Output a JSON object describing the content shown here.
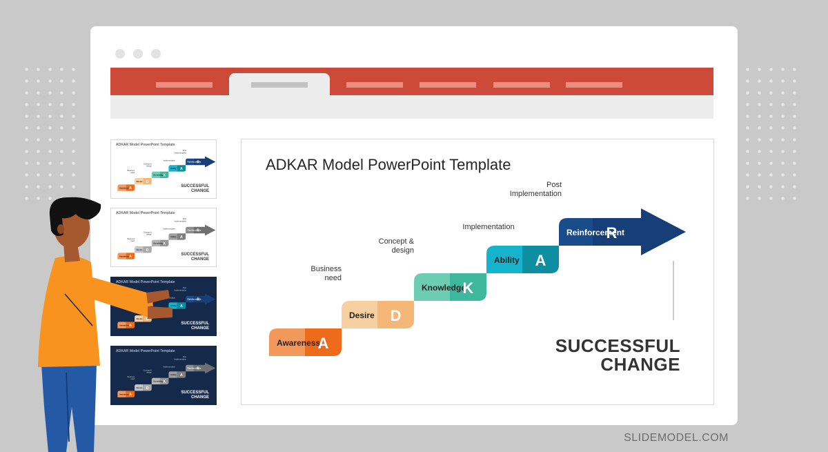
{
  "slide": {
    "title": "ADKAR Model PowerPoint Template",
    "successful_change": [
      "SUCCESSFUL",
      "CHANGE"
    ],
    "steps": [
      {
        "label": "Awareness",
        "letter": "A",
        "light": "#f2985a",
        "dark": "#ee6b1b",
        "dark_label_color": "#333333"
      },
      {
        "label": "Desire",
        "letter": "D",
        "light": "#f8cfa0",
        "dark": "#f5b777",
        "dark_label_color": "#333333"
      },
      {
        "label": "Knowledge",
        "letter": "K",
        "light": "#6dcdb4",
        "dark": "#3db89c",
        "dark_label_color": "#333333"
      },
      {
        "label": "Ability",
        "letter": "A",
        "light": "#15b3cc",
        "dark": "#0e8ea1",
        "dark_label_color": "#1f2a3a"
      },
      {
        "label": "Reinforcement",
        "letter": "R",
        "light": "#1a4b8b",
        "dark": "#173f77",
        "dark_label_color": "#ffffff"
      }
    ],
    "annotations": [
      {
        "lines": [
          "Business",
          "need"
        ]
      },
      {
        "lines": [
          "Concept &",
          "design"
        ]
      },
      {
        "lines": [
          "Implementation"
        ]
      },
      {
        "lines": [
          "Post",
          "Implementation"
        ]
      }
    ]
  },
  "thumbnails": [
    {
      "title": "ADKAR Model PowerPoint Template",
      "sc": [
        "SUCCESSFUL",
        "CHANGE"
      ],
      "theme": "light",
      "mode": "color"
    },
    {
      "title": "ADKAR Model PowerPoint Template",
      "sc": [
        "SUCCESSFUL",
        "CHANGE"
      ],
      "theme": "light",
      "mode": "gray"
    },
    {
      "title": "ADKAR Model PowerPoint Template",
      "sc": [
        "SUCCESSFUL",
        "CHANGE"
      ],
      "theme": "dark",
      "mode": "color"
    },
    {
      "title": "ADKAR Model PowerPoint Template",
      "sc": [
        "SUCCESSFUL",
        "CHANGE"
      ],
      "theme": "dark",
      "mode": "gray"
    }
  ],
  "brand": "SLIDEMODEL.COM",
  "colors": {
    "ribbon": "#cc4a37",
    "background": "#c9c9c9",
    "shirt": "#f7931e",
    "pants": "#2459a6",
    "skin": "#a6582f",
    "hair": "#111111"
  }
}
